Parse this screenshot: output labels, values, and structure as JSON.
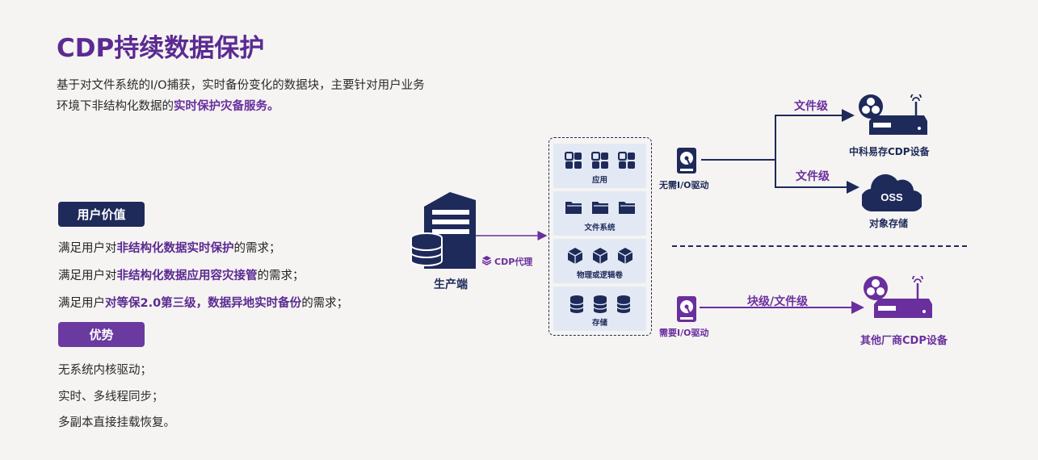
{
  "title": "CDP持续数据保护",
  "intro": {
    "line1": "基于对文件系统的I/O捕获，实时备份变化的数据块，主要针对用户业务",
    "line2_prefix": "环境下非结构化数据的",
    "line2_highlight": "实时保护灾备服务。"
  },
  "user_value": {
    "heading": "用户价值",
    "items": [
      {
        "prefix": "满足用户对",
        "highlight": "非结构化数据实时保护",
        "suffix": "的需求；"
      },
      {
        "prefix": "满足用户对",
        "highlight": "非结构化数据应用容灾接管",
        "suffix": "的需求；"
      },
      {
        "prefix": "满足用户",
        "highlight": "对等保2.0第三级，数据异地实时备份",
        "suffix": "的需求；"
      }
    ]
  },
  "advantages": {
    "heading": "优势",
    "items": [
      "无系统内核驱动；",
      "实时、多线程同步；",
      "多副本直接挂载恢复。"
    ]
  },
  "diagram": {
    "producer_label": "生产端",
    "agent_label": "CDP代理",
    "layers": [
      {
        "label": "应用",
        "icon": "app-grid-icon"
      },
      {
        "label": "文件系统",
        "icon": "folder-icon"
      },
      {
        "label": "物理或逻辑卷",
        "icon": "cube-icon"
      },
      {
        "label": "存储",
        "icon": "database-icon"
      }
    ],
    "top_driver_label": "无需I/O驱动",
    "top_link_upper": "文件级",
    "top_link_lower": "文件级",
    "top_device_label": "中科易存CDP设备",
    "oss_text": "OSS",
    "oss_label": "对象存储",
    "bottom_driver_label": "需要I/O驱动",
    "bottom_link": "块级/文件级",
    "bottom_device_label": "其他厂商CDP设备"
  },
  "colors": {
    "navy": "#1e2a5a",
    "purple": "#6a2f9e",
    "title_purple": "#5b2a92",
    "layer_bg": "#e3e9f4"
  }
}
